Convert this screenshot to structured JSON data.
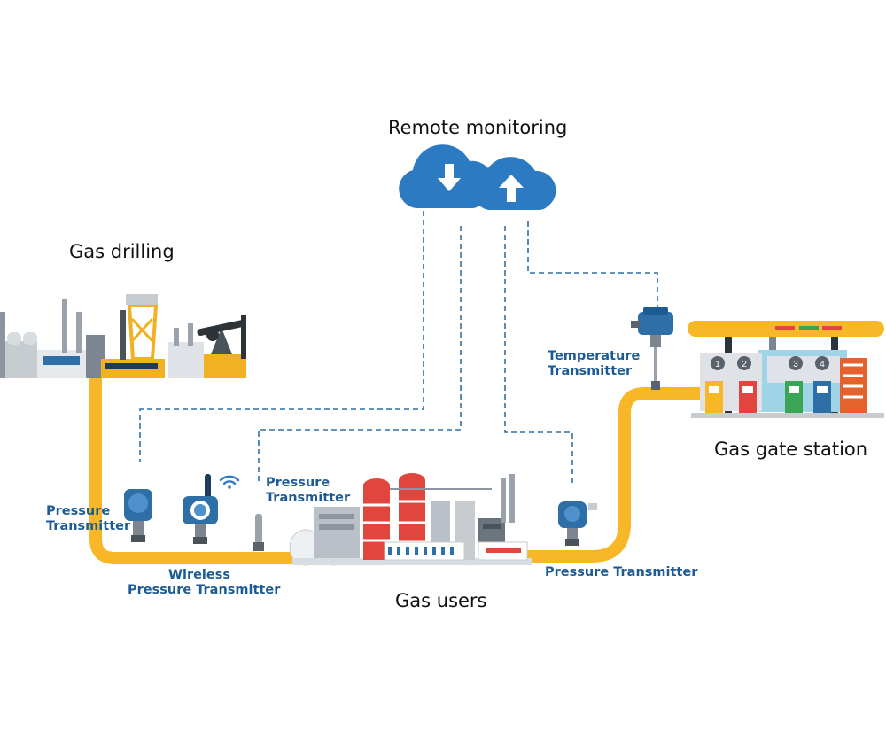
{
  "colors": {
    "pipe": "#f7b726",
    "label_blue": "#1d5b93",
    "cloud_blue": "#2b7ac2",
    "dashed_line": "#2f6fa8"
  },
  "icons": [
    "cloud-download-icon",
    "cloud-upload-icon",
    "wifi-icon"
  ],
  "labels": {
    "remote_monitoring": "Remote monitoring",
    "gas_drilling": "Gas drilling",
    "gas_gate_station": "Gas gate station",
    "gas_users": "Gas users",
    "pressure_transmitter_left": [
      "Pressure",
      "Transmitter"
    ],
    "wireless_pressure_transmitter": [
      "Wireless",
      "Pressure Transmitter"
    ],
    "pressure_transmitter_mid": [
      "Pressure",
      "Transmitter"
    ],
    "pressure_transmitter_right": "Pressure Transmitter",
    "temperature_transmitter": [
      "Temperature",
      "Transmitter"
    ],
    "pump_numbers": [
      "1",
      "2",
      "3",
      "4"
    ]
  }
}
